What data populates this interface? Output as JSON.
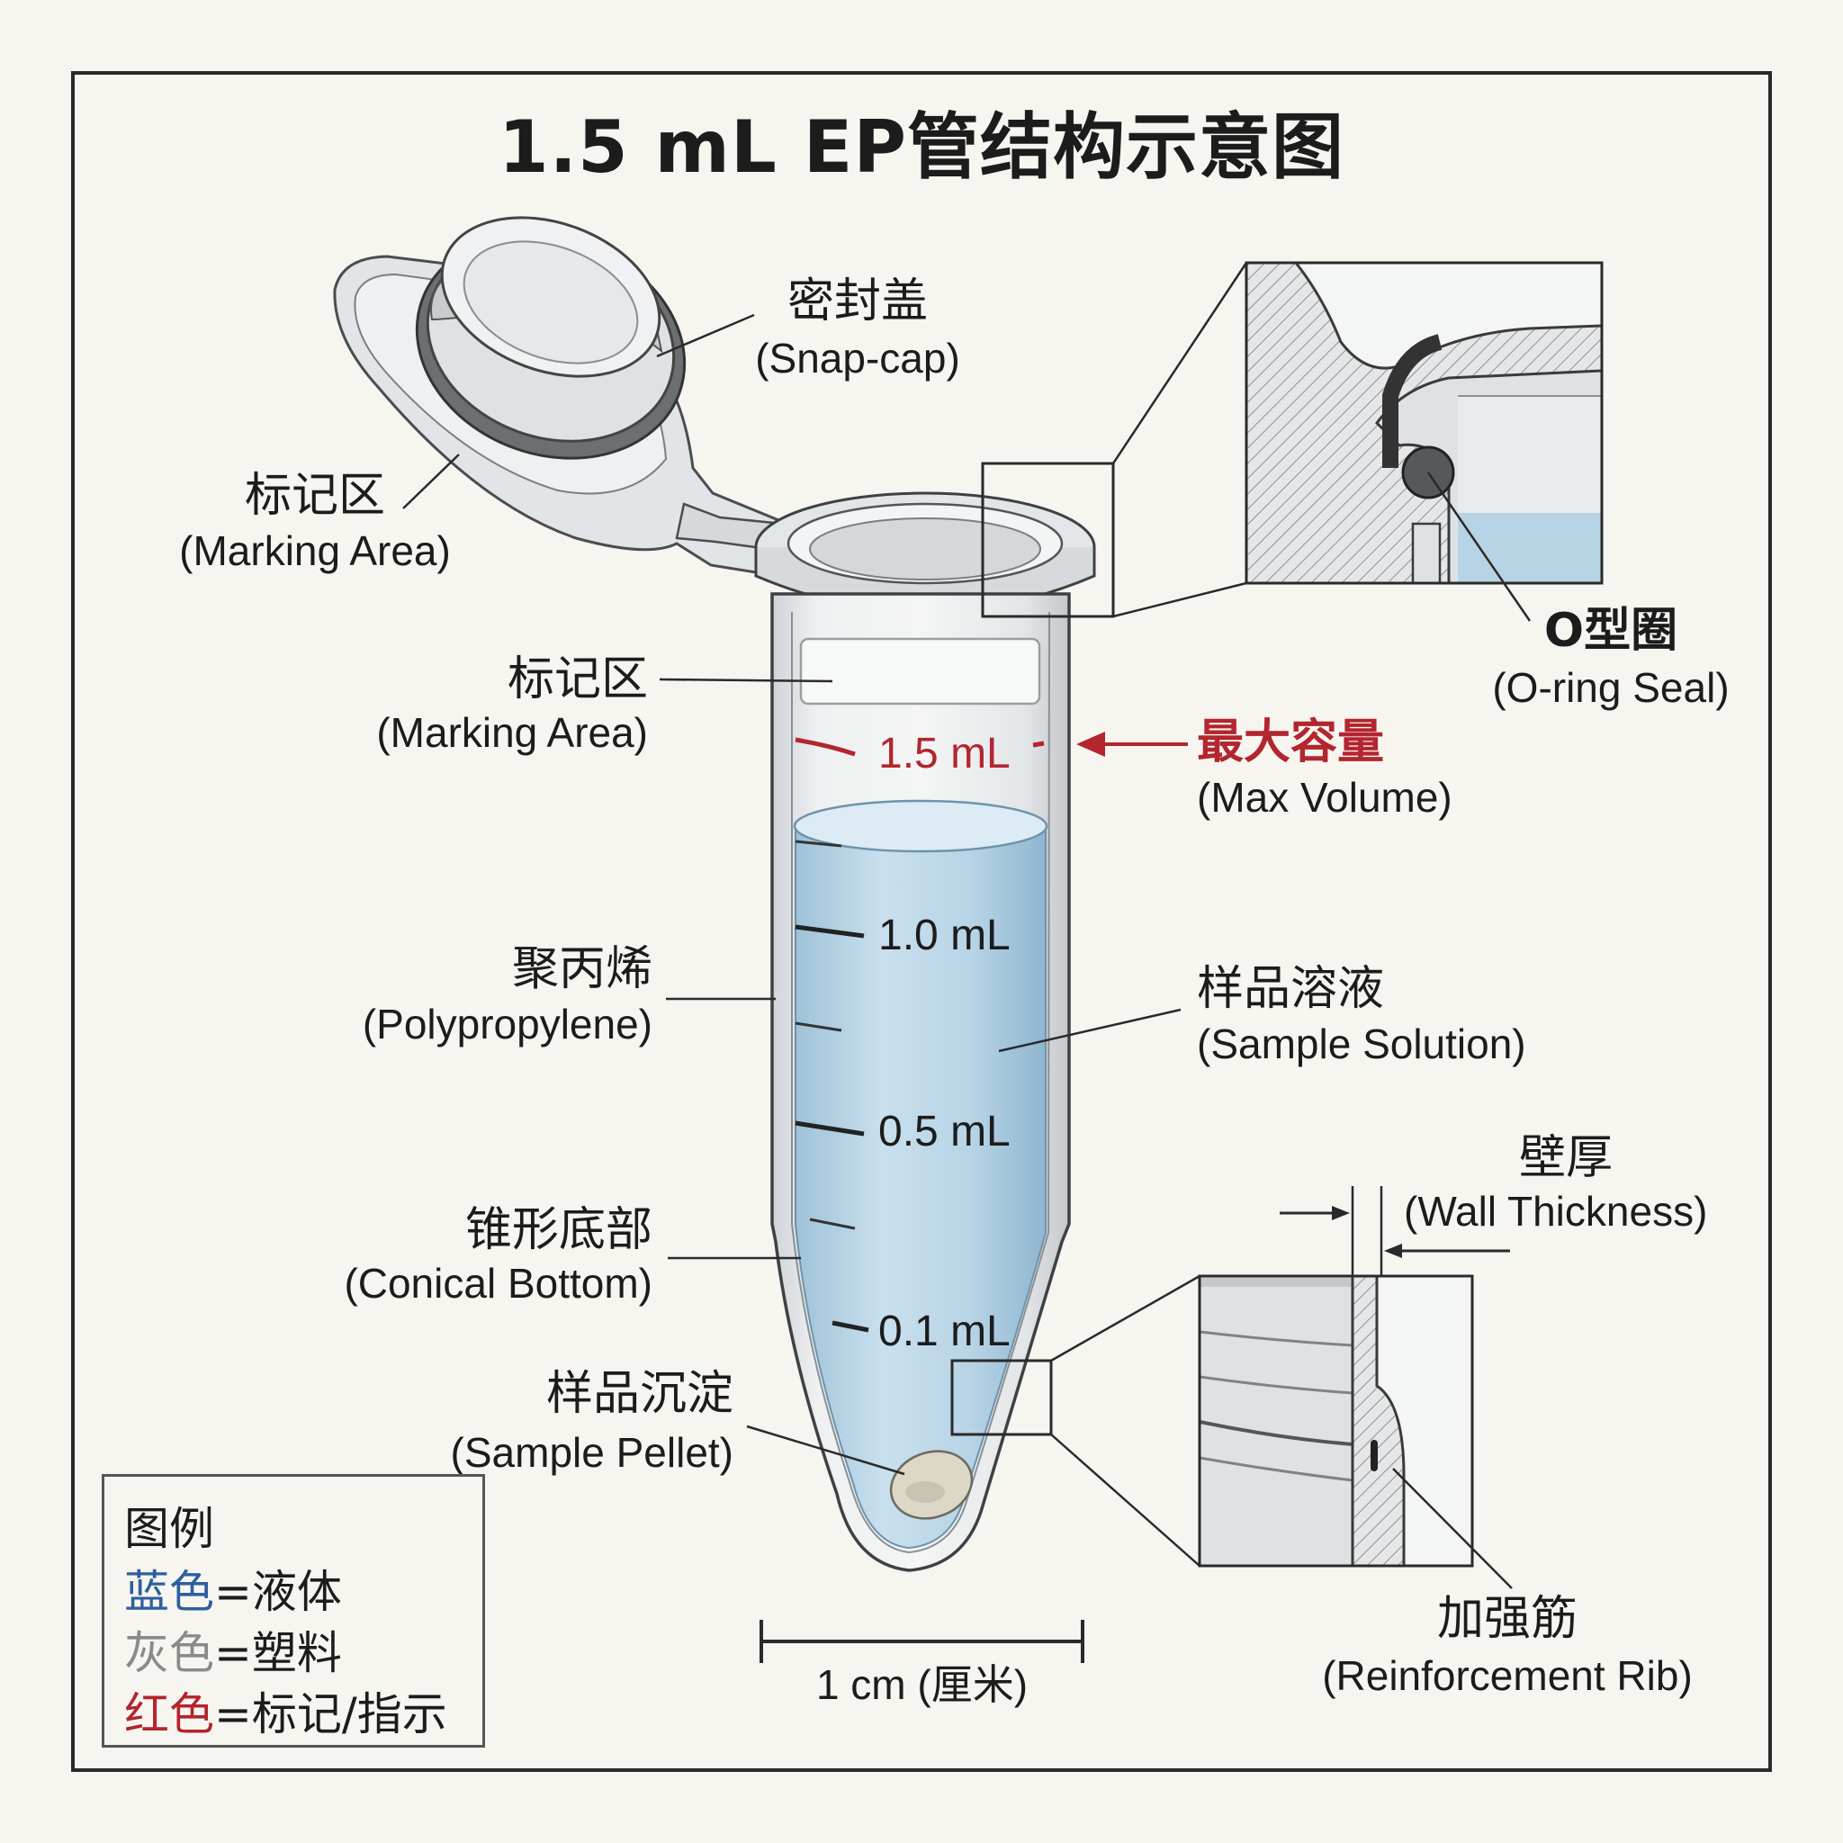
{
  "title": "1.5 mL EP管结构示意图",
  "labels": {
    "snap_cap": {
      "zh": "密封盖",
      "en": "(Snap-cap)"
    },
    "marking_area_cap": {
      "zh": "标记区",
      "en": "(Marking Area)"
    },
    "marking_area_tube": {
      "zh": "标记区",
      "en": "(Marking Area)"
    },
    "o_ring": {
      "zh": "O型圈",
      "en": "(O-ring Seal)"
    },
    "max_volume": {
      "zh": "最大容量",
      "en": "(Max Volume)"
    },
    "polypropylene": {
      "zh": "聚丙烯",
      "en": "(Polypropylene)"
    },
    "sample_solution": {
      "zh": "样品溶液",
      "en": "(Sample Solution)"
    },
    "wall_thickness": {
      "zh": "壁厚",
      "en": "(Wall Thickness)"
    },
    "conical_bottom": {
      "zh": "锥形底部",
      "en": "(Conical Bottom)"
    },
    "sample_pellet": {
      "zh": "样品沉淀",
      "en": "(Sample Pellet)"
    },
    "reinforcement_rib": {
      "zh": "加强筋",
      "en": "(Reinforcement Rib)"
    }
  },
  "graduations": [
    "1.5 mL",
    "1.0 mL",
    "0.5 mL",
    "0.1 mL"
  ],
  "scale_bar": "1 cm (厘米)",
  "legend": {
    "title": "图例",
    "items": [
      {
        "key": "蓝色",
        "value": "=液体",
        "color": "#2d5f9e"
      },
      {
        "key": "灰色",
        "value": "=塑料",
        "color": "#8a8a8a"
      },
      {
        "key": "红色",
        "value": "=标记/指示",
        "color": "#b3252f"
      }
    ]
  },
  "colors": {
    "liquid": "#bcd7e8",
    "plastic": "#d9dcde",
    "mark": "#b3252f",
    "background": "#f7f5ef"
  }
}
